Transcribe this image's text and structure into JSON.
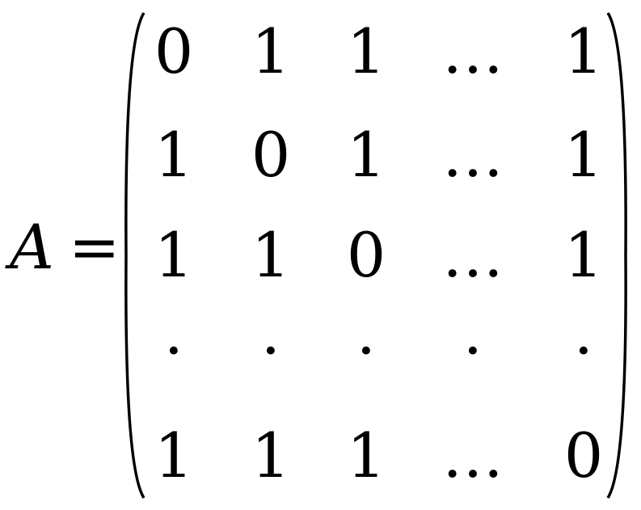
{
  "equation": {
    "lhs_variable": "A",
    "equals": "=",
    "matrix": {
      "rows": [
        [
          "0",
          "1",
          "1",
          "…",
          "1"
        ],
        [
          "1",
          "0",
          "1",
          "…",
          "1"
        ],
        [
          "1",
          "1",
          "0",
          "…",
          "1"
        ],
        [
          "·",
          "·",
          "·",
          "·",
          "·"
        ],
        [
          "1",
          "1",
          "1",
          "…",
          "0"
        ]
      ]
    }
  }
}
